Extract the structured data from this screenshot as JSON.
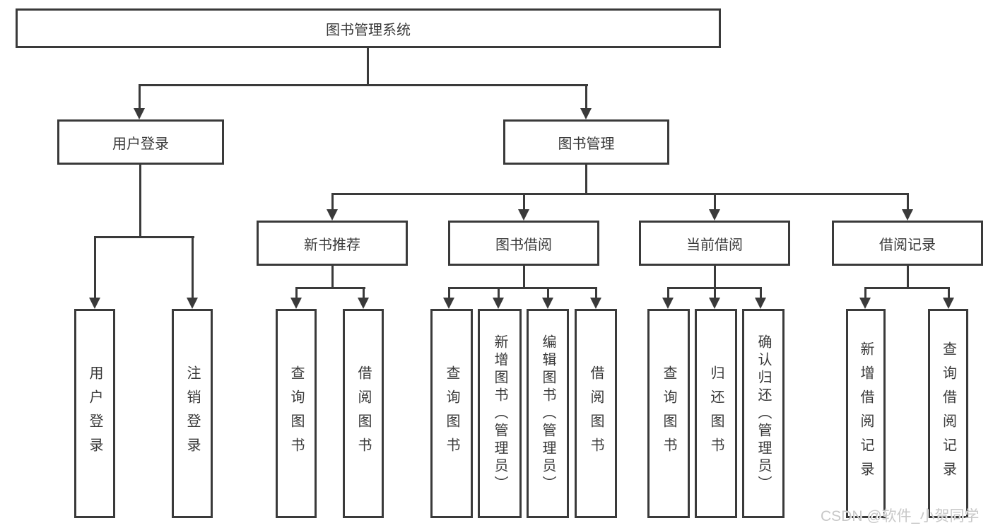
{
  "diagram": {
    "root": {
      "label": "图书管理系统"
    },
    "level1": [
      {
        "label": "用户登录"
      },
      {
        "label": "图书管理"
      }
    ],
    "level2": [
      {
        "label": "新书推荐"
      },
      {
        "label": "图书借阅"
      },
      {
        "label": "当前借阅"
      },
      {
        "label": "借阅记录"
      }
    ],
    "leaves": {
      "user": [
        "用户登录",
        "注销登录"
      ],
      "newbook": [
        "查询图书",
        "借阅图书"
      ],
      "borrow": [
        "查询图书",
        "新增图书（管理员）",
        "编辑图书（管理员）",
        "借阅图书"
      ],
      "current": [
        "查询图书",
        "归还图书",
        "确认归还（管理员）"
      ],
      "record": [
        "新增借阅记录",
        "查询借阅记录"
      ]
    }
  },
  "watermark": "CSDN @软件_小贺同学",
  "colors": {
    "line": "#3a3a3a",
    "text": "#3a3a3a",
    "watermark": "#c8c8c8",
    "background": "#ffffff"
  }
}
